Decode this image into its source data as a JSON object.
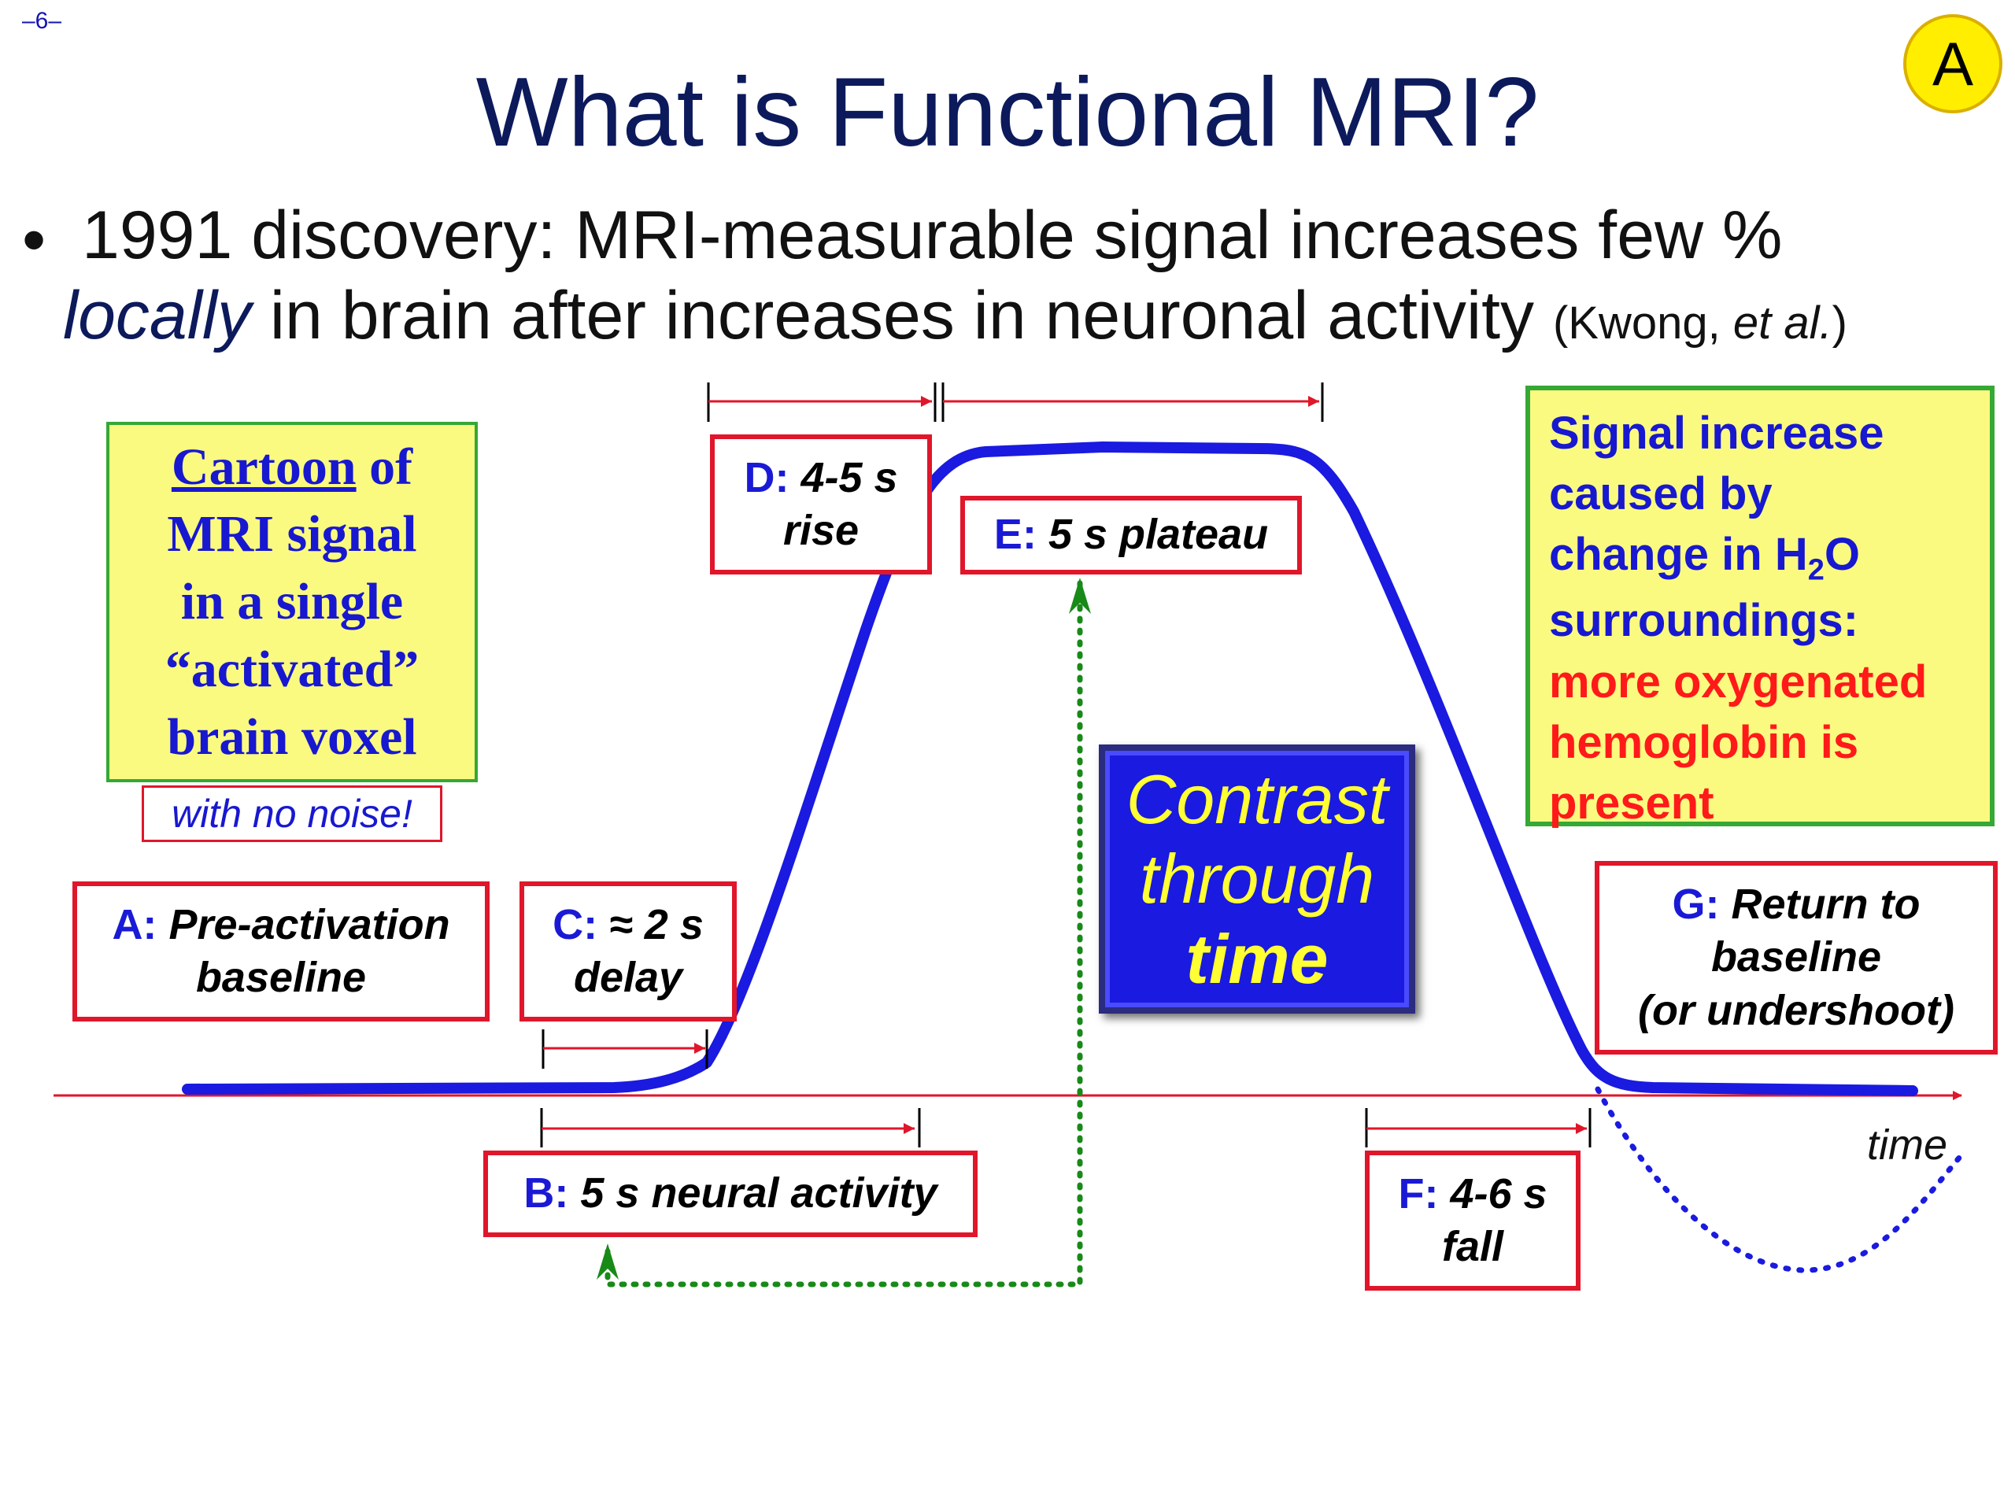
{
  "page_number": "–6–",
  "corner_badge": "A",
  "title": "What is Functional MRI?",
  "bullet": {
    "dot": "•",
    "line1": "1991 discovery: MRI-measurable signal increases few %",
    "line2_em": "locally",
    "line2_rest": " in brain after increases in neuronal activity ",
    "citation_open": "(Kwong, ",
    "citation_em": "et al.",
    "citation_close": ")"
  },
  "cartoon_box": {
    "word_underlined": "Cartoon",
    "line1_rest": " of",
    "line2": "MRI signal",
    "line3": "in a single",
    "line4": "“activated”",
    "line5": "brain voxel"
  },
  "noise_note": "with no noise!",
  "signal_box": {
    "line1": "Signal increase",
    "line2": "caused by",
    "line3_pre": "change in H",
    "line3_sub": "2",
    "line3_post": "O",
    "line4": "surroundings:",
    "line5": "more oxygenated",
    "line6": "hemoglobin is",
    "line7": "present"
  },
  "contrast_box": {
    "line1": "Contrast",
    "line2": "through",
    "line3": "time"
  },
  "axis_label": "time",
  "phases": [
    {
      "key": "A:",
      "lines": [
        "Pre-activation",
        "baseline"
      ]
    },
    {
      "key": "B:",
      "lines": [
        "5 s neural activity"
      ]
    },
    {
      "key": "C:",
      "lines": [
        "≈ 2 s",
        "delay"
      ]
    },
    {
      "key": "D:",
      "lines": [
        "4-5 s",
        "rise"
      ]
    },
    {
      "key": "E:",
      "lines": [
        "5 s plateau"
      ]
    },
    {
      "key": "F:",
      "lines": [
        "4-6 s",
        "fall"
      ]
    },
    {
      "key": "G:",
      "lines": [
        "Return to",
        "baseline",
        "(or undershoot)"
      ]
    }
  ],
  "colors": {
    "signal_curve": "#1a1ae0",
    "axis": "#e0162b",
    "box_border": "#e0162b",
    "dotted_link": "#188a18",
    "undershoot": "#1a1ae0",
    "yellow_fill": "#fafa80",
    "green_border": "#35a835"
  }
}
